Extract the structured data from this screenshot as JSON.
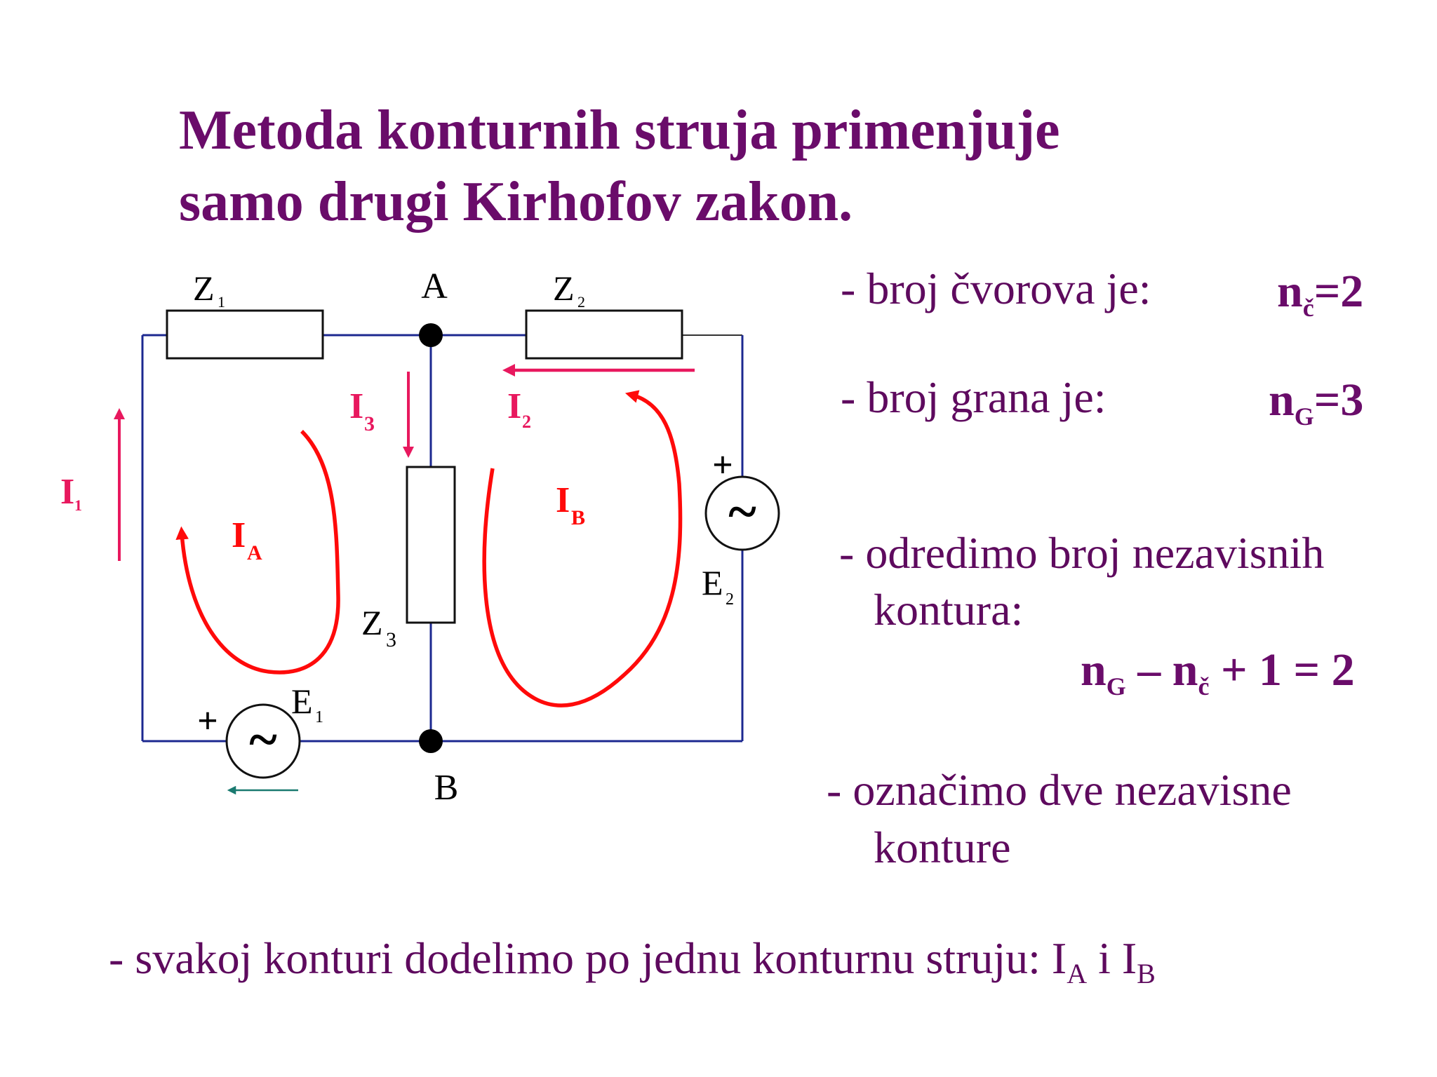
{
  "title": {
    "line1": "Metoda konturnih struja primenjuje",
    "line2": "samo drugi Kirhofov zakon."
  },
  "circuit": {
    "nodes": {
      "a": "A",
      "b": "B"
    },
    "impedances": {
      "z1": "Z",
      "z1_sub": "1",
      "z2": "Z",
      "z2_sub": "2",
      "z3": "Z",
      "z3_sub": "3"
    },
    "sources": {
      "e1": "E",
      "e1_sub": "1",
      "e2": "E",
      "e2_sub": "2",
      "plus": "+",
      "tilde": "~"
    },
    "branch_currents": {
      "i1": "I",
      "i1_sub": "1",
      "i2": "I",
      "i2_sub": "2",
      "i3": "I",
      "i3_sub": "3"
    },
    "loop_currents": {
      "ia": "I",
      "ia_sub": "A",
      "ib": "I",
      "ib_sub": "B"
    },
    "colors": {
      "wire": "#1c2890",
      "branch_current": "#e8185e",
      "loop_current": "#ff0a0a",
      "source_arrow": "#1a7a70"
    }
  },
  "bullets": {
    "nodes_label": "- broj čvorova je:",
    "nodes_value_n": "n",
    "nodes_value_sub": "č",
    "nodes_value_rest": "=2",
    "branches_label": "- broj grana je:",
    "branches_value_n": "n",
    "branches_value_sub": "G",
    "branches_value_rest": "=3",
    "loops_line1": "- odredimo broj nezavisnih",
    "loops_line2": "kontura:",
    "formula_n1": "n",
    "formula_sub1": "G",
    "formula_mid": " – n",
    "formula_sub2": "č",
    "formula_rest": " + 1 = 2",
    "mark_line1": "-  označimo dve nezavisne",
    "mark_line2": "konture"
  },
  "bottom": {
    "text": "-  svakoj konturi dodelimo po jednu konturnu struju: I",
    "sub_a": "A",
    "mid": " i I",
    "sub_b": "B"
  }
}
